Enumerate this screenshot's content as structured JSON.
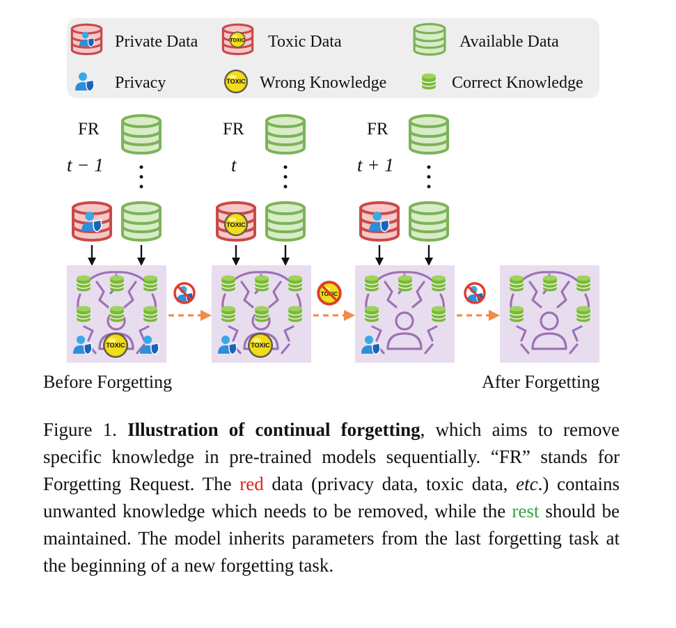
{
  "legend": {
    "private_data": "Private Data",
    "toxic_data": "Toxic Data",
    "available_data": "Available Data",
    "privacy": "Privacy",
    "wrong_knowledge": "Wrong Knowledge",
    "correct_knowledge": "Correct Knowledge"
  },
  "badge_text": "TOXIC",
  "requests": [
    {
      "label": "FR",
      "time": "t − 1"
    },
    {
      "label": "FR",
      "time": "t"
    },
    {
      "label": "FR",
      "time": "t + 1"
    }
  ],
  "stage_labels": {
    "before": "Before Forgetting",
    "after": "After Forgetting"
  },
  "caption": {
    "prefix": "Figure 1. ",
    "bold": "Illustration of continual forgetting",
    "part1": ", which aims to remove specific knowledge in pre-trained models sequentially. “FR” stands for Forgetting Request. The ",
    "red_word": "red",
    "part2": " data (privacy data, toxic data, ",
    "italic": "etc",
    "part3": ".) contains unwanted knowledge which needs to be removed, while the ",
    "green_word": "rest",
    "part4": " should be maintained. The model inherits parameters from the last forgetting task at the beginning of a new forgetting task."
  },
  "colors": {
    "red_db": "#c84a4a",
    "red_db_fill": "#f6c7c7",
    "green_db": "#7cb358",
    "green_db_fill": "#d9ecc8",
    "knowledge_green": "#7ab83a",
    "network_purple": "#9c72b3",
    "model_bg": "#e8ddef",
    "arrow_orange": "#f48a4a",
    "legend_bg": "#eeeeee",
    "toxic_yellow": "#f2dc1c",
    "person_blue": "#2f8ed8"
  }
}
